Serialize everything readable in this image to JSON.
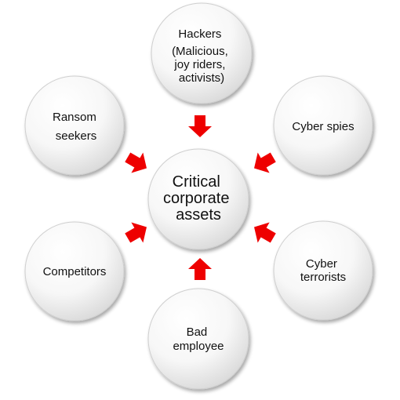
{
  "diagram": {
    "center": {
      "lines": [
        "Critical",
        "corporate",
        "assets"
      ]
    },
    "nodes": [
      {
        "id": "hackers",
        "lines": [
          "Hackers",
          "(Malicious,",
          "joy riders,",
          "activists)"
        ]
      },
      {
        "id": "cyber-spies",
        "lines": [
          "Cyber spies"
        ]
      },
      {
        "id": "cyber-terrorists",
        "lines": [
          "Cyber",
          "terrorists"
        ]
      },
      {
        "id": "bad-employee",
        "lines": [
          "Bad",
          "employee"
        ]
      },
      {
        "id": "competitors",
        "lines": [
          "Competitors"
        ]
      },
      {
        "id": "ransom-seekers",
        "lines": [
          "Ransom",
          "seekers"
        ]
      }
    ],
    "colors": {
      "arrow": "#ee0000",
      "circle_fill_light": "#ffffff",
      "circle_fill_dark": "#d9d9d9",
      "circle_stroke": "#c8c8c8",
      "text": "#111111"
    }
  }
}
